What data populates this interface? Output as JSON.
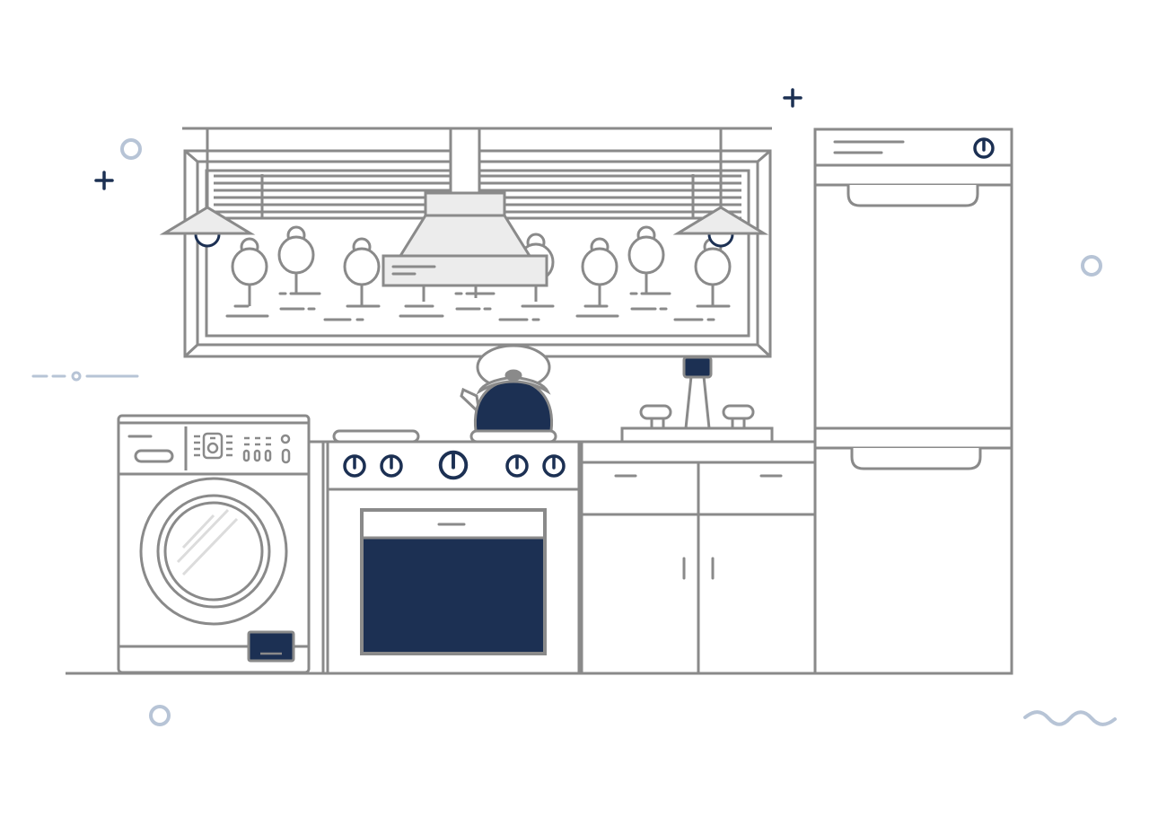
{
  "illustration": {
    "subject": "kitchen-interior",
    "palette": {
      "outline": "#8a8a8a",
      "accent_navy": "#1c3053",
      "light_fill": "#ececec",
      "decor_light_blue": "#b7c4d6",
      "background": "#ffffff"
    },
    "icons": [
      "pendant-lamp-icon",
      "range-hood-icon",
      "window-blinds-icon",
      "tree-icon",
      "kettle-icon",
      "washing-machine-icon",
      "stove-icon",
      "oven-icon",
      "faucet-icon",
      "cabinet-icon",
      "refrigerator-icon",
      "power-icon",
      "plus-icon",
      "ring-icon",
      "wave-icon"
    ],
    "counts": {
      "stove_knobs": 5,
      "window_trees": 9,
      "pendant_lamps": 2
    }
  }
}
